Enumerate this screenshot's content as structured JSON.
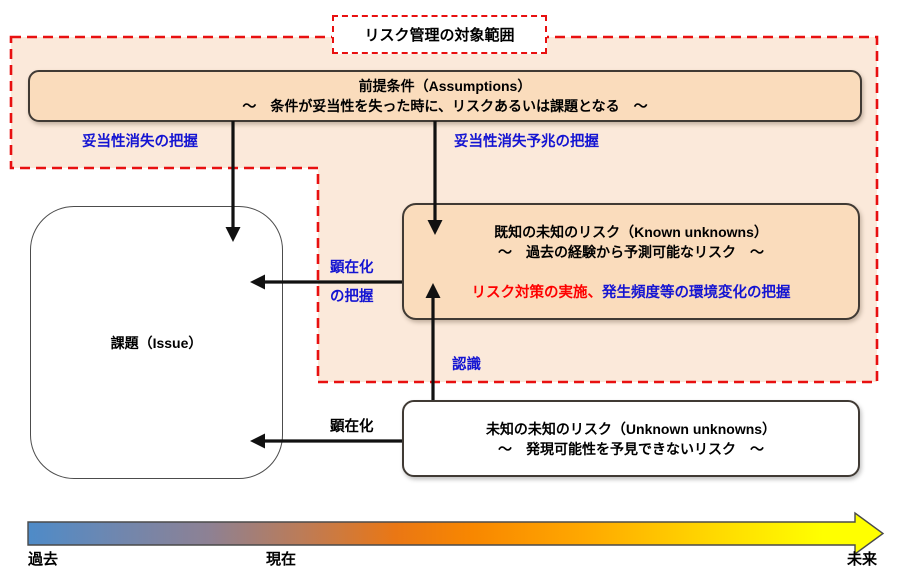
{
  "title": "リスク管理の対象範囲",
  "assumptions": {
    "title": "前提条件（Assumptions）",
    "subtitle": "～　条件が妥当性を失った時に、リスクあるいは課題となる　～"
  },
  "known_unknowns": {
    "title": "既知の未知のリスク（Known unknowns）",
    "subtitle": "～　過去の経験から予測可能なリスク　～",
    "action_red": "リスク対策の実施、",
    "action_blue": "発生頻度等の環境変化の把握"
  },
  "issue": {
    "label": "課題（Issue）"
  },
  "unknown_unknowns": {
    "title": "未知の未知のリスク（Unknown unknowns）",
    "subtitle": "～　発現可能性を予見できないリスク　～"
  },
  "arrow_labels": {
    "validity_loss": "妥当性消失の把握",
    "validity_loss_sign": "妥当性消失予兆の把握",
    "manifestation_line1": "顕在化",
    "manifestation_line2": "の把握",
    "recognition": "認識",
    "manifestation": "顕在化"
  },
  "timeline": {
    "past": "過去",
    "present": "現在",
    "future": "未来"
  },
  "colors": {
    "dashed-red": "#e81010",
    "region-fill": "#fbe9da",
    "box-fill": "#fadcbc",
    "box-border": "#403a34",
    "label-blue": "#1414d2",
    "action-red": "#fe0000",
    "arrow-black": "#111111",
    "tl-blue": "#4e8bc8",
    "tl-gray": "#8d8194",
    "tl-orange": "#f88700",
    "tl-yellow": "#ffff00"
  }
}
